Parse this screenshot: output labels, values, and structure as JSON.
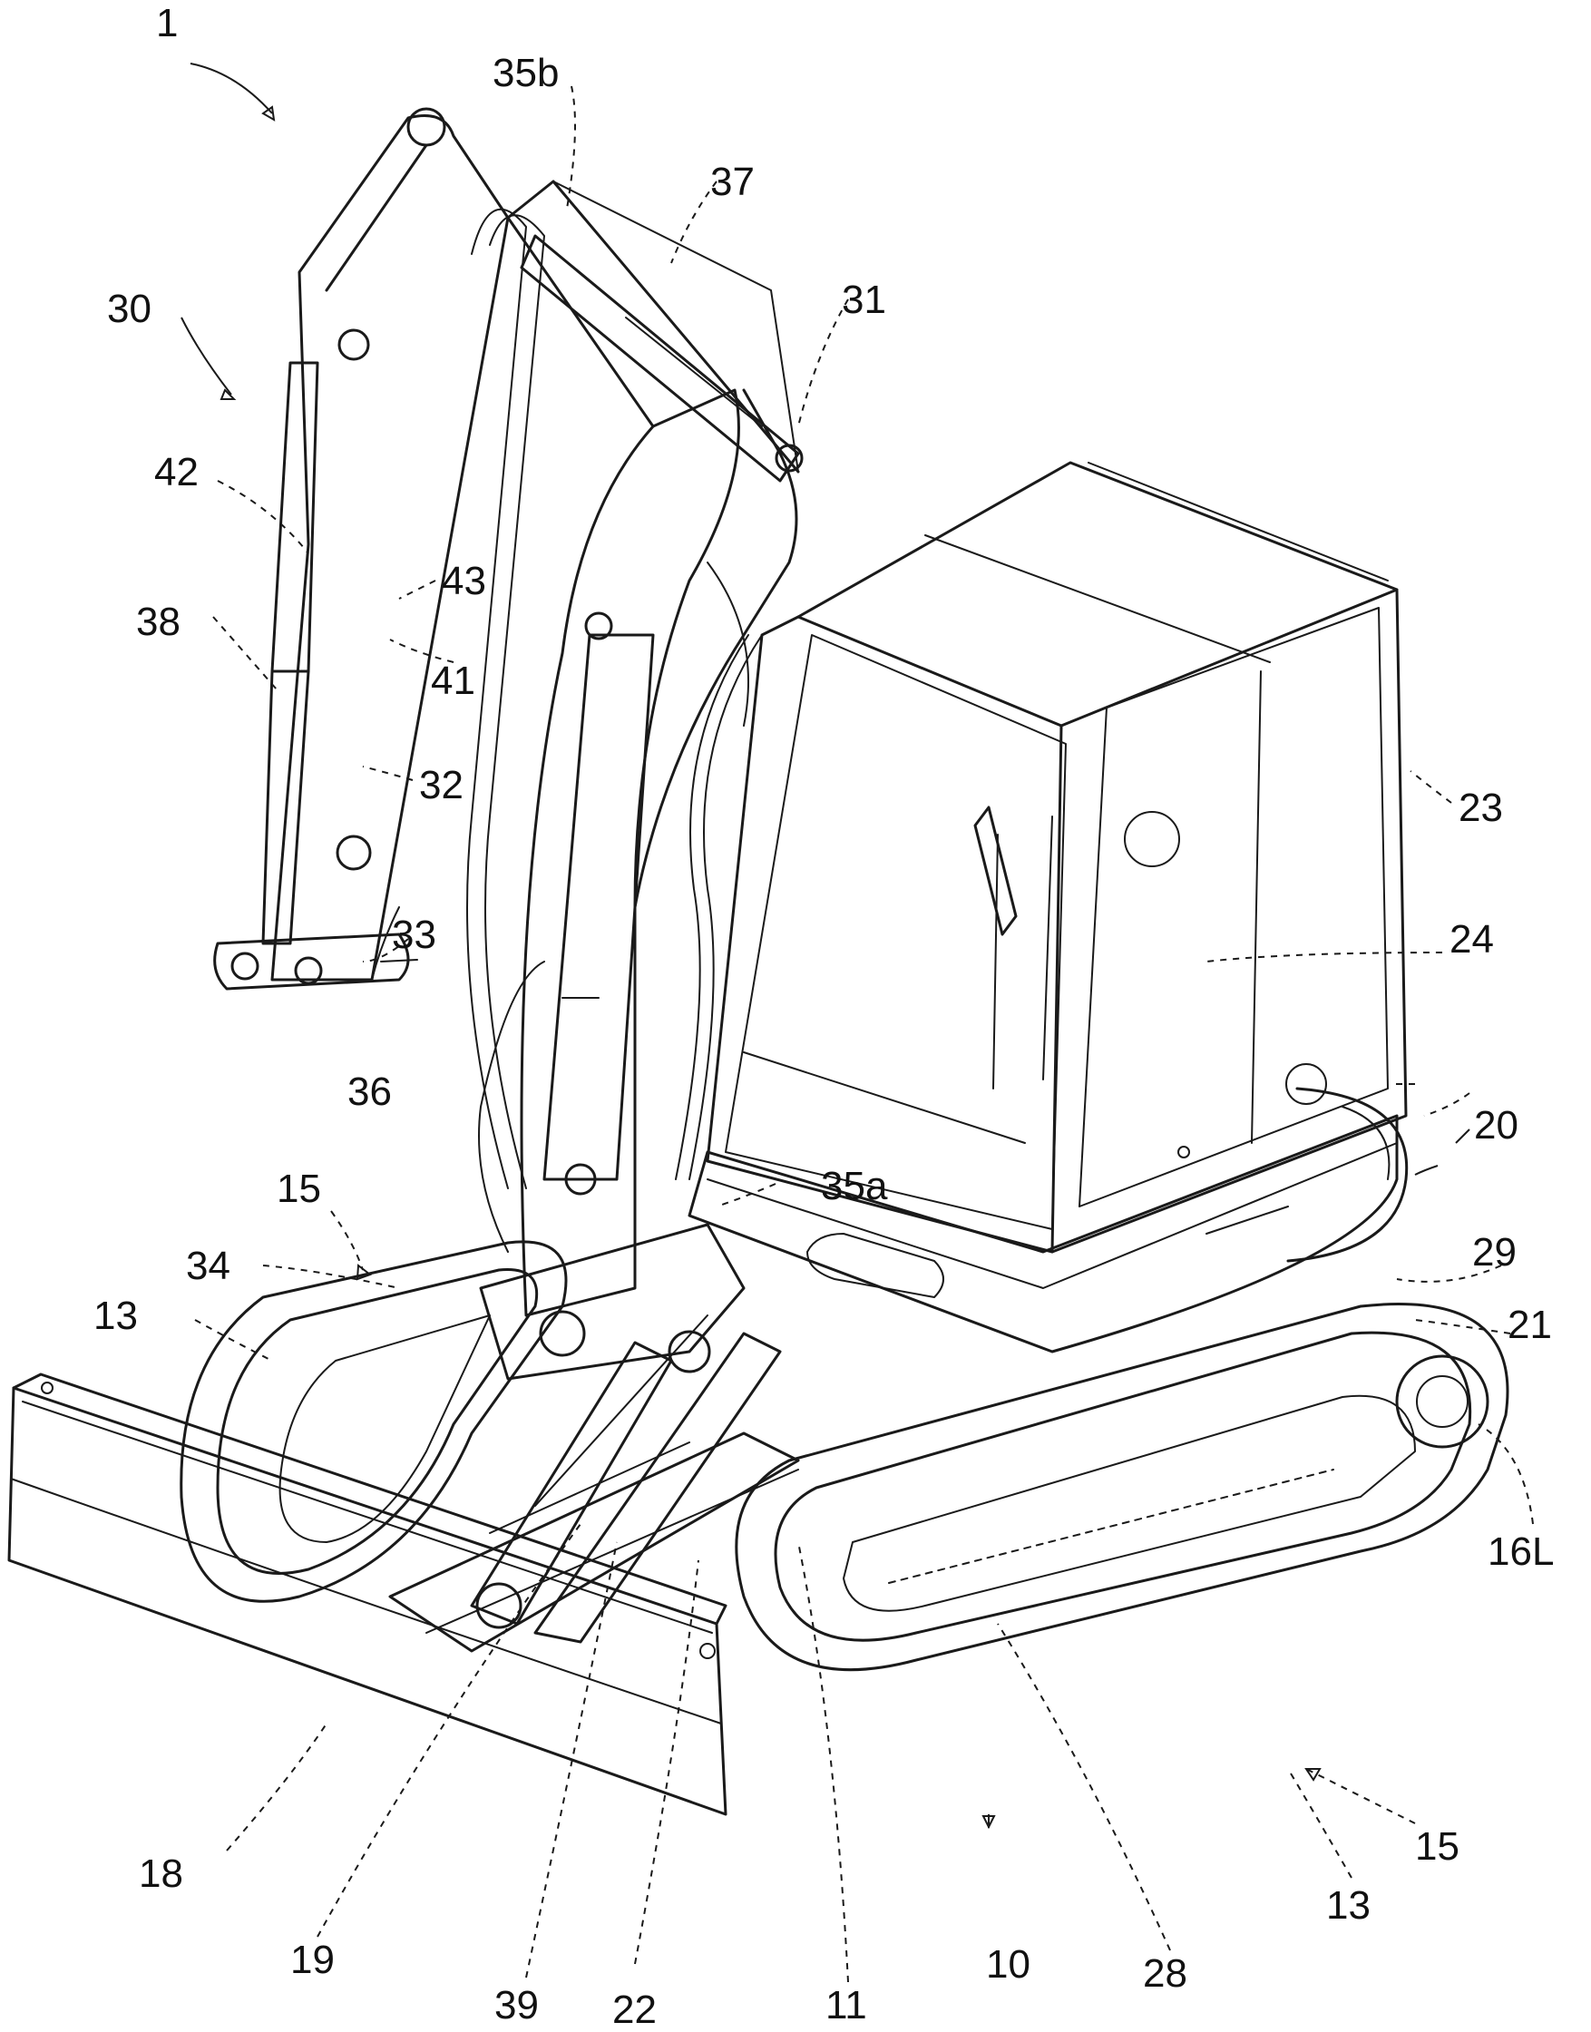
{
  "figure": {
    "line_color": "#1a1a1a",
    "background": "#ffffff"
  },
  "labels": {
    "machine": "1",
    "lower_travel_body": "10",
    "track_frame": "11",
    "crawler_left": "13",
    "crawler_right": "13",
    "crawler_unit_left": "15",
    "crawler_unit_right": "15",
    "drive_sprocket": "16L",
    "blade": "18",
    "blade_arm": "19",
    "upper_turning_body": "20",
    "turning_frame": "21",
    "boom_bracket": "22",
    "cabin": "23",
    "cabin_door": "24",
    "hood": "28",
    "counterweight": "29",
    "work_device": "30",
    "boom": "31",
    "arm": "32",
    "bucket_link": "33",
    "swing_bracket": "34",
    "hose_lower": "35a",
    "hose_upper": "35b",
    "boom_cylinder": "36",
    "arm_cylinder": "37",
    "bucket_cylinder": "38",
    "swing_cylinder": "39",
    "pipe_a": "41",
    "pipe_b": "42",
    "pipe_c": "43"
  }
}
